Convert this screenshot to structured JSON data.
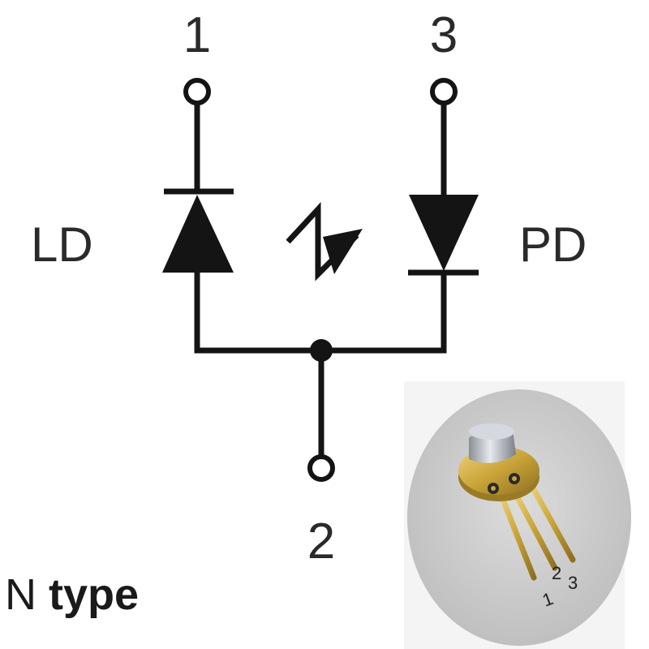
{
  "pins": {
    "pin1": "1",
    "pin2": "2",
    "pin3": "3"
  },
  "labels": {
    "ld": "LD",
    "pd": "PD"
  },
  "photo_pins": {
    "p1": "1",
    "p2": "2",
    "p3": "3"
  },
  "caption": {
    "letter": "N",
    "word": "type"
  },
  "colors": {
    "line": "#141414",
    "text": "#2a2a2a",
    "photo_bg": "#c9c9c9",
    "gold": "#c9a43a"
  }
}
